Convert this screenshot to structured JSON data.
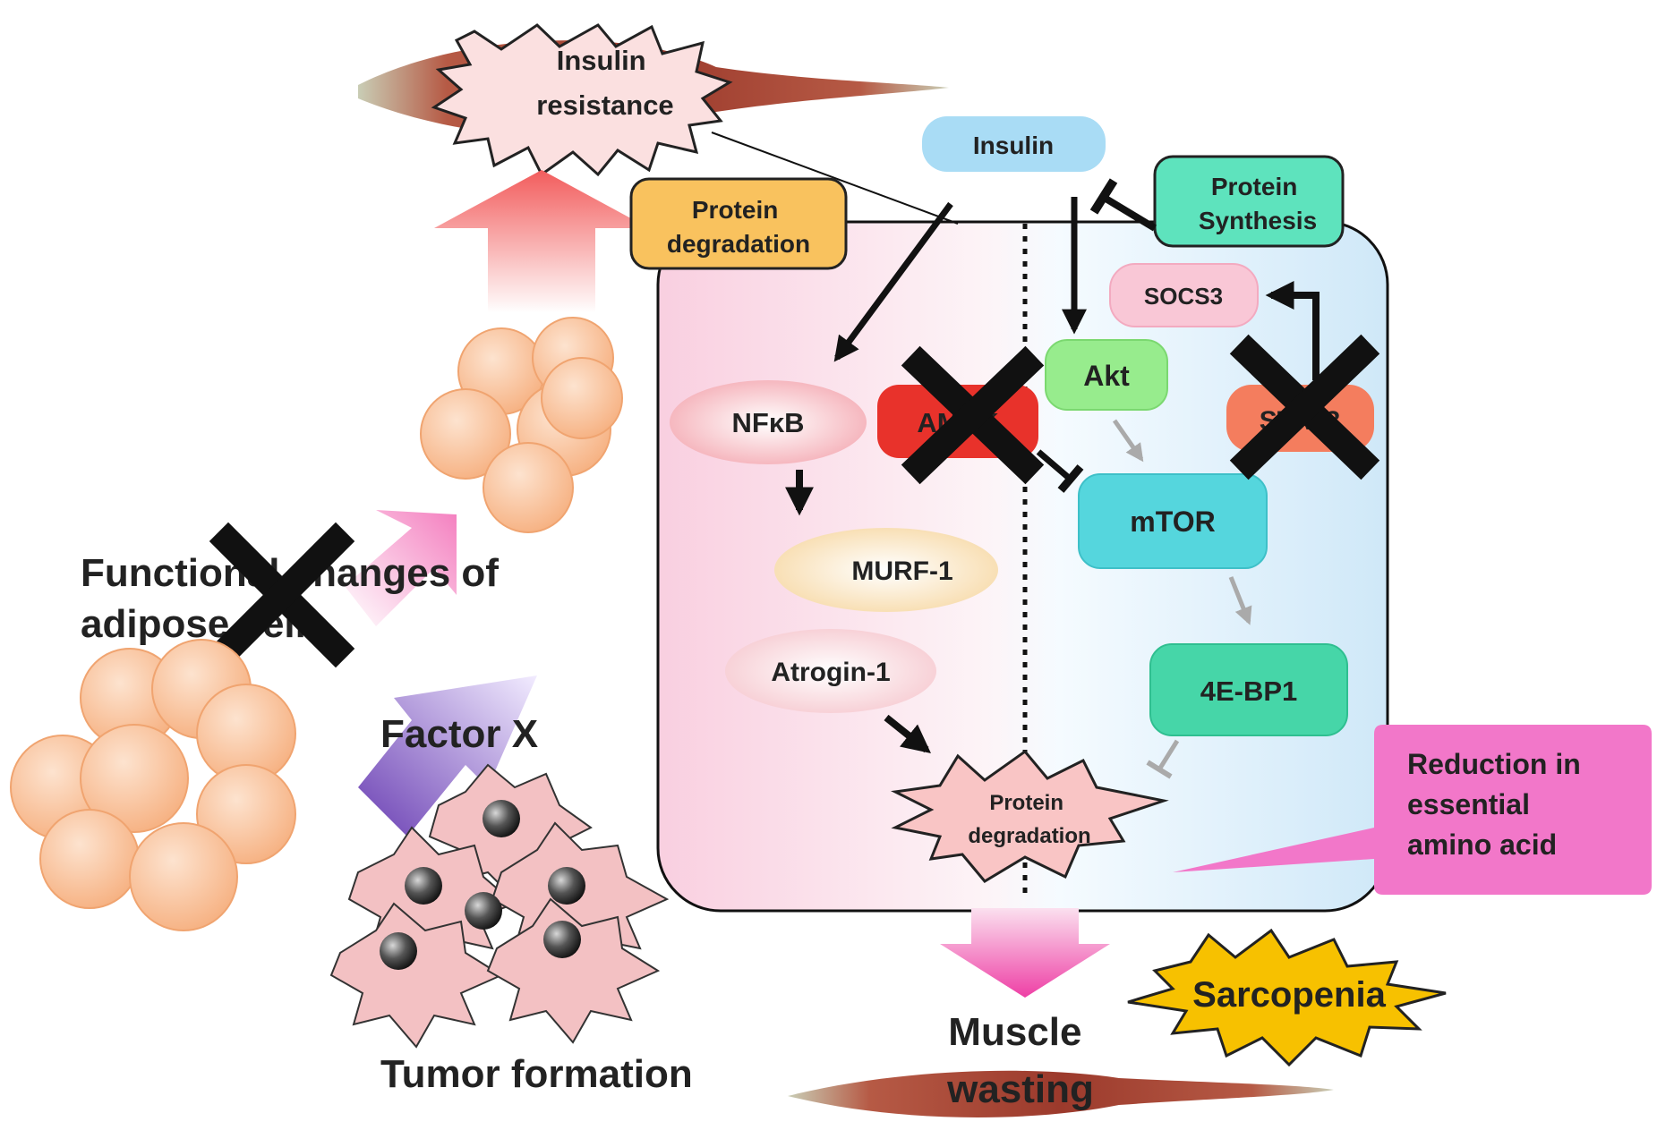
{
  "labels": {
    "insulin_resistance": [
      "Insulin",
      "resistance"
    ],
    "insulin": "Insulin",
    "protein_degradation_box": [
      "Protein",
      "degradation"
    ],
    "protein_synthesis_box": [
      "Protein",
      "Synthesis"
    ],
    "socs3": "SOCS3",
    "akt": "Akt",
    "nfkb": "NFκB",
    "ampk": "AMPK",
    "stat3": "STAT3",
    "mtor": "mTOR",
    "murf1": "MURF-1",
    "atrogin1": "Atrogin-1",
    "fourebp1": "4E-BP1",
    "protein_degradation_star": [
      "Protein",
      "degradation"
    ],
    "reduction_callout": [
      "Reduction in",
      "essential",
      "amino acid"
    ],
    "functional_changes": [
      "Functional changes of",
      "adipose cell"
    ],
    "factor_x": "Factor X",
    "tumor_formation": "Tumor formation",
    "muscle_wasting": [
      "Muscle",
      "wasting"
    ],
    "sarcopenia": "Sarcopenia"
  },
  "colors": {
    "insulin": "#a9dcf5",
    "protein_degradation_box": "#f9c25e",
    "protein_synthesis_box": "#5ee3bd",
    "socs3": "#f9c7d6",
    "akt": "#97ec8d",
    "ampk": "#e8322b",
    "stat3": "#f47d5e",
    "mtor": "#55d6dd",
    "fourebp1": "#46d6a8",
    "reduction_callout": "#f277c9",
    "sarcopenia": "#f7c100",
    "muscle": "#a8473a",
    "adipocyte": "#fbc19a",
    "tumor": "#f3c1c3"
  }
}
